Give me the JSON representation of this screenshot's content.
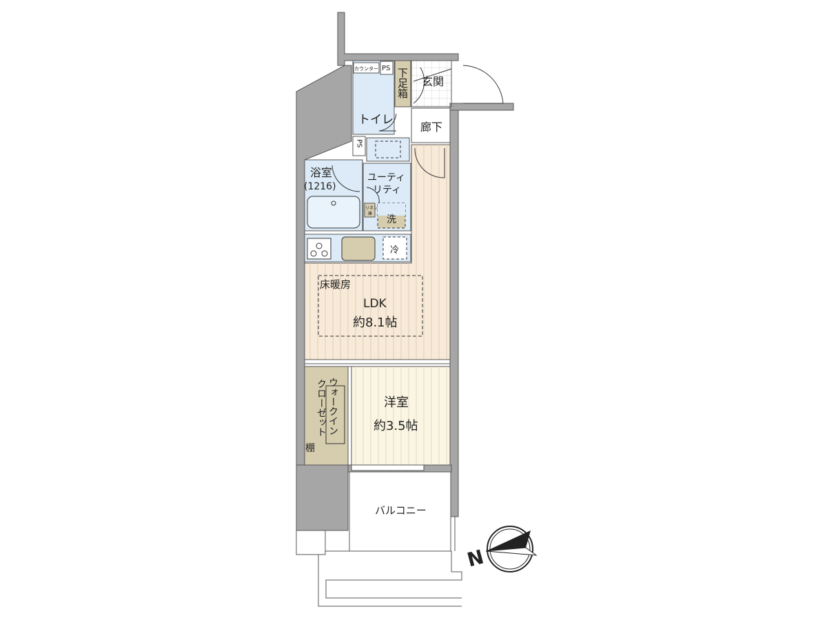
{
  "floorplan": {
    "rooms": {
      "counter": "カウンター",
      "ps_top": "PS",
      "shoe_box": "下足箱",
      "entrance": "玄関",
      "toilet": "トイレ",
      "hallway": "廊下",
      "ps_mid": "PS",
      "bath": "浴室",
      "bath_size": "(1216)",
      "utility_1": "ユーティ",
      "utility_2": "リティ",
      "linen_1": "リネン",
      "linen_2": "庫",
      "washer": "洗",
      "fridge": "冷",
      "floor_heating": "床暖房",
      "ldk": "LDK",
      "ldk_size": "約8.1帖",
      "wic_1": "ウォークイン",
      "wic_2": "クローゼット",
      "shelf": "棚",
      "western_room": "洋室",
      "western_size": "約3.5帖",
      "balcony": "バルコニー"
    },
    "compass": {
      "label": "N",
      "icon": "north-arrow-icon"
    },
    "colors": {
      "wall": "#a6a6a6",
      "wet_area": "#dcebf7",
      "storage": "#d6ccae",
      "ldk_floor": "#f8ead8",
      "room_floor": "#fbf5e3"
    }
  }
}
